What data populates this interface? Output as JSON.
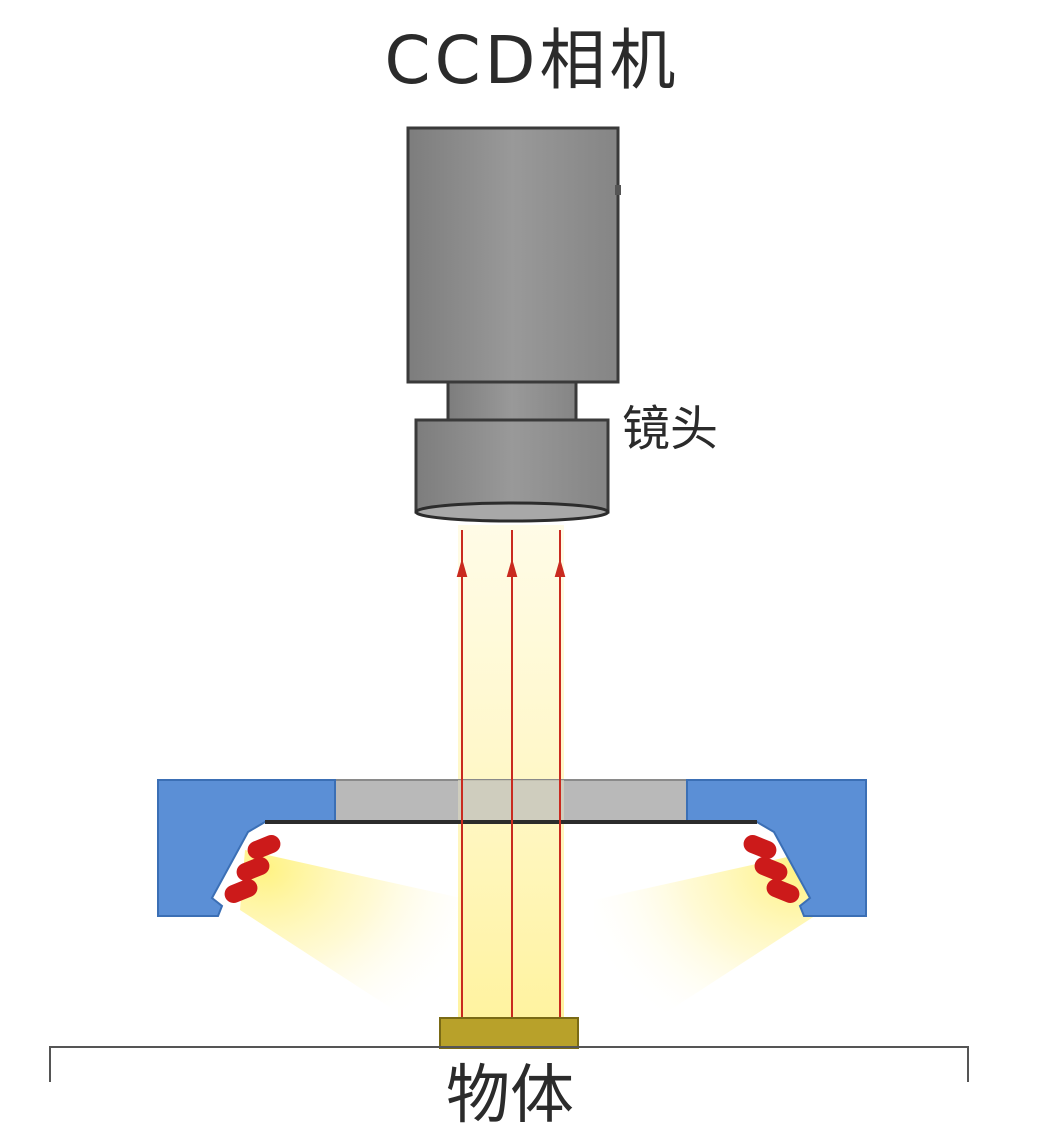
{
  "labels": {
    "camera": "CCD相机",
    "lens": "镜头",
    "object": "物体"
  },
  "colors": {
    "camera_body": "#8c8c8c",
    "camera_outline": "#3a3a3a",
    "light_housing": "#5b8fd6",
    "glass_plate": "#b9b9b9",
    "led": "#cc1a1a",
    "light_beam": "#fff6b0",
    "ray": "#c92a1f",
    "object": "#b8a12a"
  },
  "components": {
    "camera": "ccd-camera-icon",
    "lens": "lens-icon",
    "ring_light": "ring-light-icon",
    "object": "object-block-icon",
    "stage": "stage-line-icon"
  }
}
